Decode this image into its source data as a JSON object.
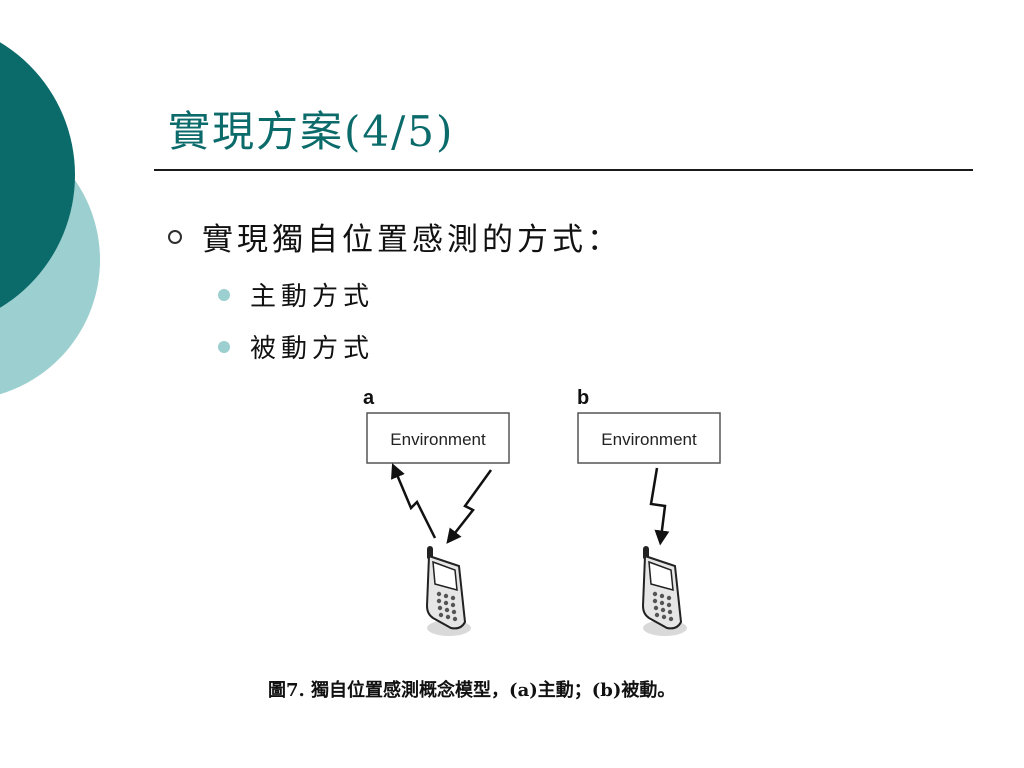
{
  "slide": {
    "title": "實現方案(4/5)",
    "bullet": "實現獨自位置感測的方式：",
    "sub_bullets": [
      "主動方式",
      "被動方式"
    ]
  },
  "figure": {
    "panel_a_label": "a",
    "panel_b_label": "b",
    "environment_label": "Environment",
    "caption": "圖7. 獨自位置感測概念模型，(a)主動；(b)被動。"
  },
  "colors": {
    "accent_dark": "#0b6a6a",
    "accent_light": "#9ccfcf",
    "rule": "#1a1a1a"
  }
}
